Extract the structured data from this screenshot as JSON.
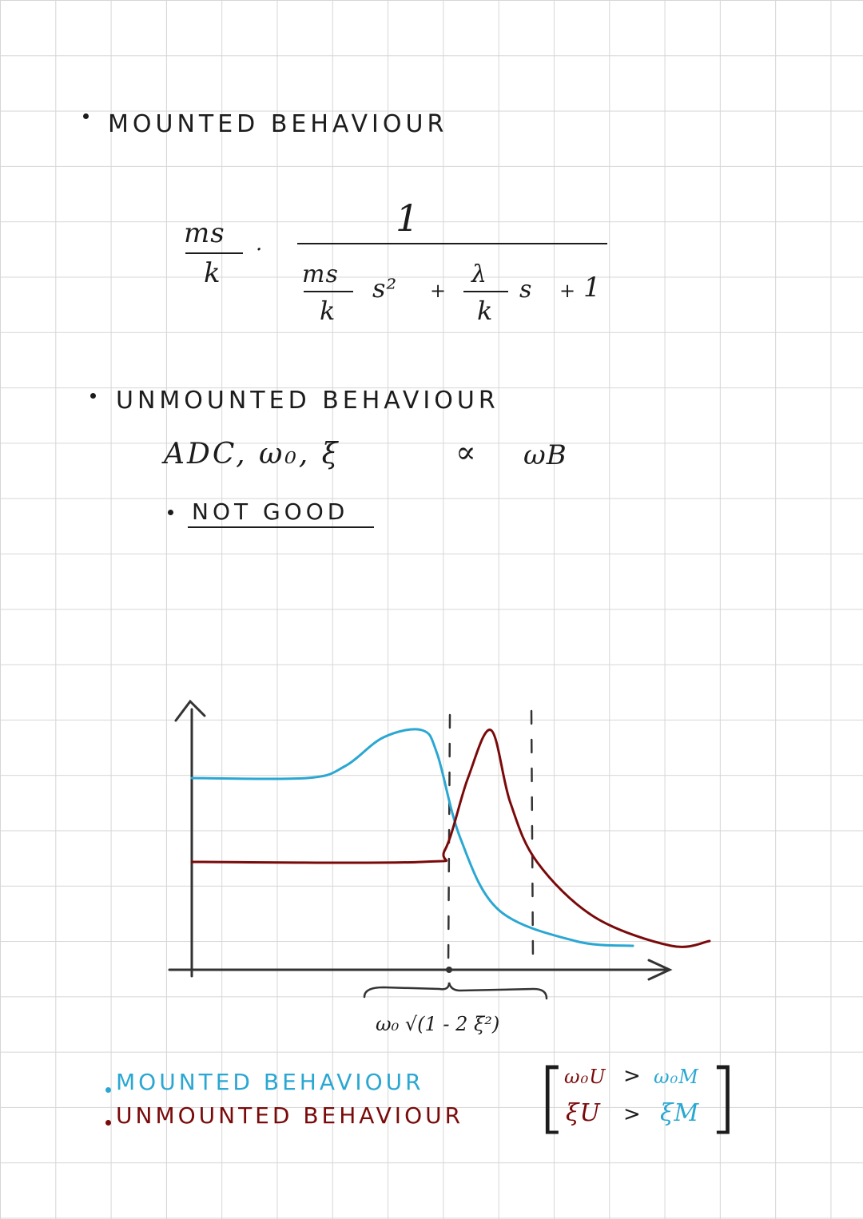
{
  "section1": {
    "heading": "MOUNTED  BEHAVIOUR",
    "formula": {
      "prefactor_num": "ms",
      "prefactor_den": "k",
      "dot": "·",
      "numerator": "1",
      "den_term1_num": "ms",
      "den_term1_den": "k",
      "den_s2": "s²",
      "plus1": "+",
      "den_term2_num": "λ",
      "den_term2_den": "k",
      "den_s": "s",
      "plus2": "+",
      "den_one": "1"
    }
  },
  "section2": {
    "heading": "UNMOUNTED  BEHAVIOUR",
    "params": "ADC,  ω₀,  ξ",
    "proportional": "∝",
    "omega_b": "ωB",
    "note": "NOT  GOOD"
  },
  "chart_data": {
    "type": "line",
    "title": "",
    "xlabel": "",
    "ylabel": "",
    "x_annotation": "ω₀ √(1 - 2 ξ²)",
    "series": [
      {
        "name": "MOUNTED  BEHAVIOUR",
        "color": "#2aa7d2",
        "points": [
          [
            0.0,
            0.8
          ],
          [
            0.3,
            0.8
          ],
          [
            0.4,
            0.85
          ],
          [
            0.5,
            0.97
          ],
          [
            0.6,
            1.0
          ],
          [
            0.64,
            0.9
          ],
          [
            0.7,
            0.55
          ],
          [
            0.8,
            0.25
          ],
          [
            1.0,
            0.12
          ],
          [
            1.15,
            0.1
          ]
        ]
      },
      {
        "name": "UNMOUNTED  BEHAVIOUR",
        "color": "#7a0a0a",
        "points": [
          [
            0.0,
            0.45
          ],
          [
            0.6,
            0.45
          ],
          [
            0.66,
            0.5
          ],
          [
            0.72,
            0.8
          ],
          [
            0.78,
            1.0
          ],
          [
            0.83,
            0.7
          ],
          [
            0.9,
            0.45
          ],
          [
            1.05,
            0.22
          ],
          [
            1.25,
            0.1
          ],
          [
            1.35,
            0.12
          ]
        ]
      }
    ]
  },
  "legend": {
    "mounted": "MOUNTED  BEHAVIOUR",
    "unmounted": "UNMOUNTED  BEHAVIOUR"
  },
  "bracket_notes": {
    "line1_left": "ω₀U",
    "line1_op": ">",
    "line1_right": "ω₀M",
    "line2_left": "ξU",
    "line2_op": ">",
    "line2_right": "ξM"
  },
  "colors": {
    "ink": "#1c1c1c",
    "mounted": "#2aa7d2",
    "unmounted": "#7a0a0a",
    "grid": "#d6d6d6"
  }
}
